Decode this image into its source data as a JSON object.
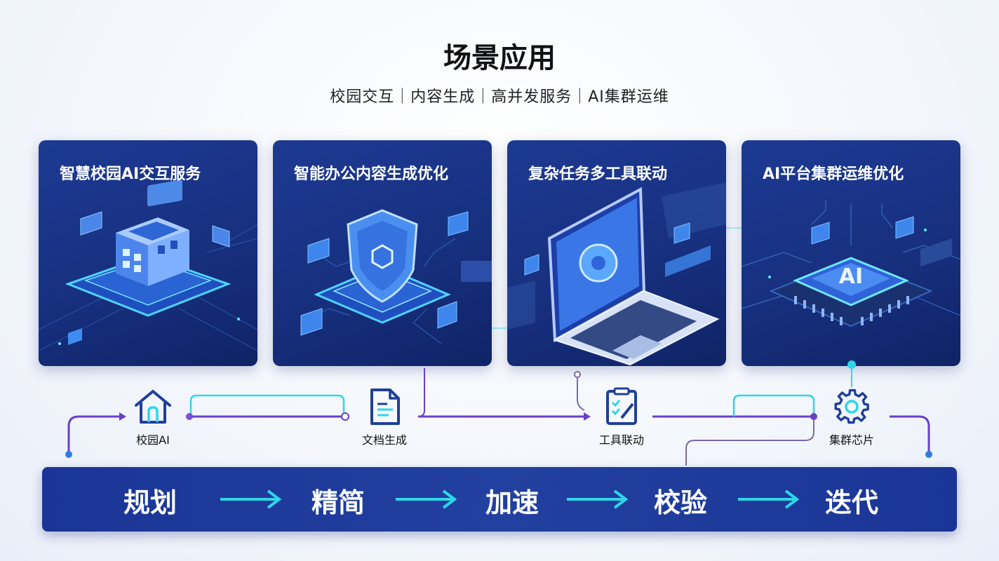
{
  "header": {
    "title": "场景应用",
    "subtitle": "校园交互｜内容生成｜高并发服务｜AI集群运维"
  },
  "cards": [
    {
      "title": "智慧校园AI交互服务"
    },
    {
      "title": "智能办公内容生成优化"
    },
    {
      "title": "复杂任务多工具联动"
    },
    {
      "title": "AI平台集群运维优化"
    }
  ],
  "chip_text": "AI",
  "nodes": [
    {
      "label": "校园AI",
      "icon": "home-icon"
    },
    {
      "label": "文档生成",
      "icon": "document-icon"
    },
    {
      "label": "工具联动",
      "icon": "clipboard-edit-icon"
    },
    {
      "label": "集群芯片",
      "icon": "gear-icon"
    }
  ],
  "process": {
    "steps": [
      "规划",
      "精简",
      "加速",
      "校验",
      "迭代"
    ]
  },
  "colors": {
    "card_bg": "#17307f",
    "accent_cyan": "#2fd6e8",
    "line_purple": "#6a3fc8",
    "bar_blue": "#1a3596"
  }
}
